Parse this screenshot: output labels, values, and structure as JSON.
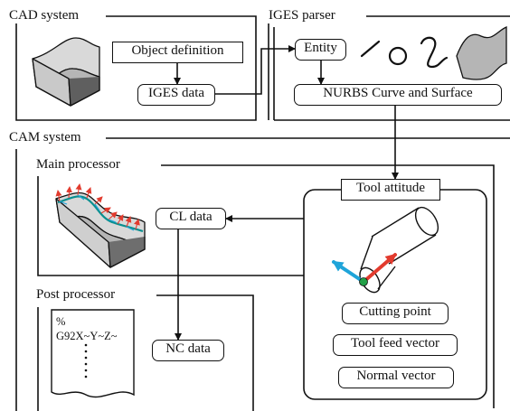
{
  "cad": {
    "title": "CAD system",
    "object_definition": "Object definition",
    "iges_data": "IGES data"
  },
  "iges": {
    "title": "IGES parser",
    "entity": "Entity",
    "nurbs": "NURBS Curve and Surface"
  },
  "cam": {
    "title": "CAM system",
    "main_processor": {
      "title": "Main processor",
      "cl_data": "CL data",
      "tool_attitude": "Tool attitude",
      "items": [
        "Cutting point",
        "Tool feed vector",
        "Normal vector"
      ]
    },
    "post_processor": {
      "title": "Post processor",
      "nc_data": "NC data",
      "code_lines": [
        "%",
        "G92X~Y~Z~"
      ]
    }
  },
  "colors": {
    "line": "#111111",
    "surface_top": "#d9d9d9",
    "surface_side": "#8c8c8c",
    "surface_front": "#b5b5b5",
    "toolpath": "#0a8f8f",
    "vector_red": "#e23b2e",
    "vector_cyan": "#1fa4d9",
    "cutting_point": "#22a047"
  }
}
